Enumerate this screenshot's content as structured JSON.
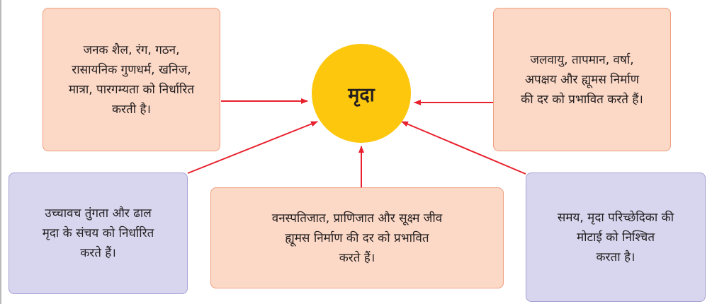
{
  "diagram": {
    "center": {
      "label": "मृदा",
      "color": "#fcc70d"
    },
    "boxes": {
      "top_left": "जनक शैल, रंग, गठन,\nरासायनिक गुणधर्म, खनिज,\nमात्रा, पारगम्यता को निर्धारित\nकरती है।",
      "top_right": "जलवायु, तापमान, वर्षा,\nअपक्षय और ह्यूमस निर्माण\nकी दर को प्रभावित करते हैं।",
      "bottom_left": "उच्चावच तुंगता और ढाल\nमृदा के संचय को निर्धारित\nकरते हैं।",
      "bottom_center": "वनस्पतिजात, प्राणिजात और सूक्ष्म जीव\nह्यूमस निर्माण की दर को प्रभावित\nकरते हैं।",
      "bottom_right": "समय, मृदा परिच्छेदिका की\nमोटाई को निश्चित\nकरता है।"
    },
    "colors": {
      "pink_box_fill": "#fcd8c6",
      "pink_box_border": "#ef9f80",
      "lilac_box_fill": "#d7d6ee",
      "lilac_box_border": "#a4a2d2",
      "arrow": "#e8212e"
    }
  }
}
